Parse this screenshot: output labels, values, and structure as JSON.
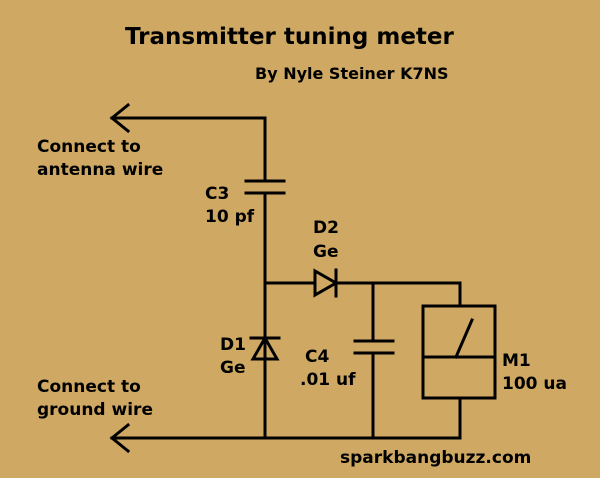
{
  "title": "Transmitter tuning meter",
  "author": "By Nyle Steiner K7NS",
  "connections": {
    "antenna": [
      "Connect to",
      "antenna wire"
    ],
    "ground": [
      "Connect to",
      "ground wire"
    ]
  },
  "components": {
    "C3": {
      "ref": "C3",
      "value": "10 pf"
    },
    "D2": {
      "ref": "D2",
      "value": "Ge"
    },
    "D1": {
      "ref": "D1",
      "value": "Ge"
    },
    "C4": {
      "ref": "C4",
      "value": ".01 uf"
    },
    "M1": {
      "ref": "M1",
      "value": "100 ua"
    }
  },
  "credit": "sparkbangbuzz.com",
  "colors": {
    "background": "#cfa963",
    "ink": "#000000"
  }
}
